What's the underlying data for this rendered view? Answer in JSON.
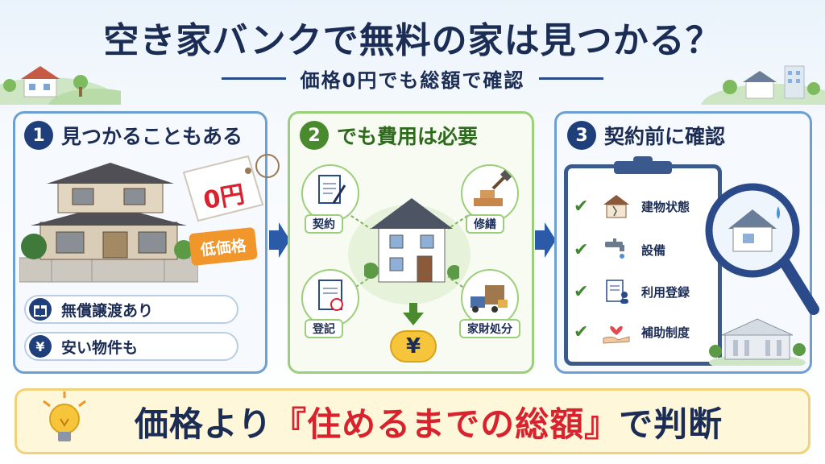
{
  "header": {
    "title": "空き家バンクで無料の家は見つかる？",
    "subtitle": "価格0円でも総額で確認"
  },
  "panels": [
    {
      "number": "1",
      "heading": "見つかることもある",
      "price_tag": "0円",
      "low_price_tag": "低価格",
      "pills": [
        {
          "icon": "gift-icon",
          "label": "無償譲渡あり"
        },
        {
          "icon": "yen-icon",
          "label": "安い物件も"
        }
      ]
    },
    {
      "number": "2",
      "heading": "でも費用は必要",
      "costs": [
        "契約",
        "修繕",
        "登記",
        "家財処分"
      ],
      "yen_symbol": "¥"
    },
    {
      "number": "3",
      "heading": "契約前に確認",
      "checks": [
        "建物状態",
        "設備",
        "利用登録",
        "補助制度"
      ]
    }
  ],
  "footer": {
    "before": "価格より",
    "highlight": "『住めるまでの総額』",
    "after": "で判断"
  },
  "colors": {
    "navy": "#1c2d55",
    "blue_border": "#6c9fd3",
    "green_border": "#9ccf7a",
    "red": "#d8232e",
    "orange": "#f0962a",
    "yellow": "#f6c53c"
  }
}
